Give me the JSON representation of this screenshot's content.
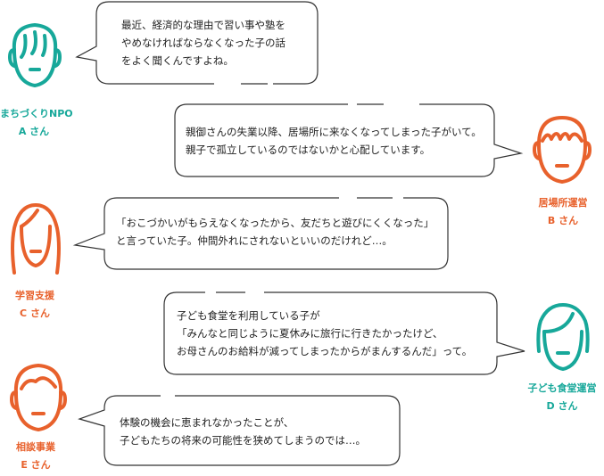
{
  "speakers": [
    {
      "org": "まちづくりNPO",
      "name": "A さん",
      "color": "#17a89a",
      "icon": "person-short-hair-icon"
    },
    {
      "org": "居場所運営",
      "name": "B さん",
      "color": "#e8612c",
      "icon": "person-wavy-bangs-icon"
    },
    {
      "org": "学習支援",
      "name": "C さん",
      "color": "#e8612c",
      "icon": "person-long-hair-icon"
    },
    {
      "org": "子ども食堂運営",
      "name": "D さん",
      "color": "#17a89a",
      "icon": "person-bob-hair-icon"
    },
    {
      "org": "相談事業",
      "name": "E さん",
      "color": "#e8612c",
      "icon": "person-curly-hair-icon"
    }
  ],
  "quotes": [
    {
      "lines": [
        "最近、経済的な理由で習い事や塾を",
        "やめなければならなくなった子の話",
        "をよく聞くんですよね。"
      ]
    },
    {
      "lines": [
        "親御さんの失業以降、居場所に来なくなってしまった子がいて。",
        "親子で孤立しているのではないかと心配しています。"
      ]
    },
    {
      "lines": [
        "「おこづかいがもらえなくなったから、友だちと遊びにくくなった」",
        "と言っていた子。仲間外れにされないといいのだけれど…。"
      ]
    },
    {
      "lines": [
        "子ども食堂を利用している子が",
        "「みんなと同じように夏休みに旅行に行きたかったけど、",
        "お母さんのお給料が減ってしまったからがまんするんだ」って。"
      ]
    },
    {
      "lines": [
        "体験の機会に恵まれなかったことが、",
        "子どもたちの将来の可能性を狭めてしまうのでは…。"
      ]
    }
  ]
}
